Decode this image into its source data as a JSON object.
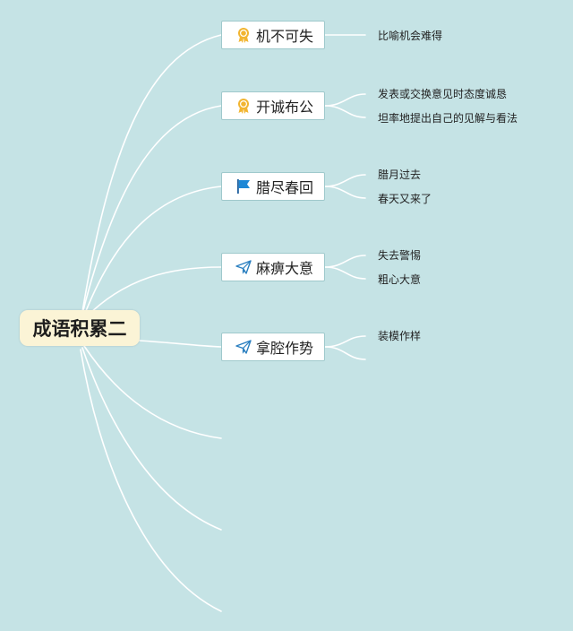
{
  "root": {
    "label": "成语积累二"
  },
  "branches": [
    {
      "label": "机不可失",
      "icon": "award-medal-icon",
      "details": [
        "比喻机会难得"
      ]
    },
    {
      "label": "开诚布公",
      "icon": "award-medal-icon",
      "details": [
        "发表或交换意见时态度诚恳",
        "坦率地提出自己的见解与看法"
      ]
    },
    {
      "label": "腊尽春回",
      "icon": "blue-flag-icon",
      "details": [
        "腊月过去",
        "春天又来了"
      ]
    },
    {
      "label": "麻痹大意",
      "icon": "paper-plane-icon",
      "details": [
        "失去警惕",
        "粗心大意"
      ]
    },
    {
      "label": "拿腔作势",
      "icon": "paper-plane-icon",
      "details": [
        "装模作样"
      ]
    }
  ],
  "colors": {
    "background": "#c5e3e5",
    "connector": "#ffffff",
    "root_fill": "#fbf4d6",
    "flag": "#1e88d6",
    "medal": "#f2b531"
  }
}
